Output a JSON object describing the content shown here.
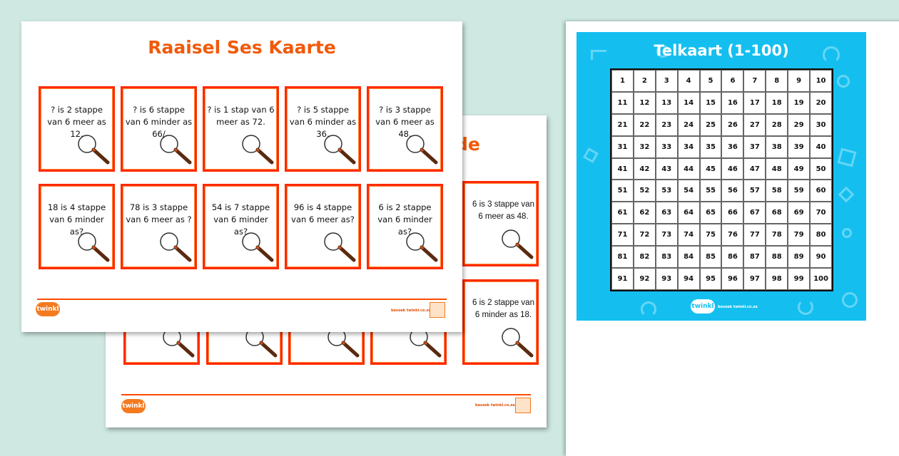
{
  "back_sheet": {
    "title_fragment": "de",
    "visible_cards": [
      "6 is 3 stappe van 6 meer as 48.",
      "6 is 2 stappe van 6 minder as 18."
    ],
    "footer_url": "besoek twinkl.co.za",
    "logo": "twinkl"
  },
  "front_sheet": {
    "title": "Raaisel Ses Kaarte",
    "cards": [
      "? is 2 stappe van 6 meer as 12.",
      "? is 6 stappe van 6 minder as 66/",
      "? is 1 stap van 6 meer as 72.",
      "? is 5 stappe van 6 minder as 36.",
      "? is 3 stappe van 6 meer as 48.",
      "18 is 4 stappe van 6 minder as?",
      "78 is 3 stappe van 6 meer as ?",
      "54 is 7 stappe van 6 minder as?",
      "96 is 4 stappe van 6 meer as?",
      "6 is 2 stappe van 6 minder as?"
    ],
    "card_icon": "magnifying-glass-icon",
    "footer_url": "besoek twinkl.co.za",
    "logo": "twinkl"
  },
  "chart_sheet": {
    "title": "Telkaart (1-100)",
    "numbers": [
      1,
      2,
      3,
      4,
      5,
      6,
      7,
      8,
      9,
      10,
      11,
      12,
      13,
      14,
      15,
      16,
      17,
      18,
      19,
      20,
      21,
      22,
      23,
      24,
      25,
      26,
      27,
      28,
      29,
      30,
      31,
      32,
      33,
      34,
      35,
      36,
      37,
      38,
      39,
      40,
      41,
      42,
      43,
      44,
      45,
      46,
      47,
      48,
      49,
      50,
      51,
      52,
      53,
      54,
      55,
      56,
      57,
      58,
      59,
      60,
      61,
      62,
      63,
      64,
      65,
      66,
      67,
      68,
      69,
      70,
      71,
      72,
      73,
      74,
      75,
      76,
      77,
      78,
      79,
      80,
      81,
      82,
      83,
      84,
      85,
      86,
      87,
      88,
      89,
      90,
      91,
      92,
      93,
      94,
      95,
      96,
      97,
      98,
      99,
      100
    ],
    "footer_url": "besoek twinkl.co.za",
    "logo": "twinkl"
  },
  "colors": {
    "background": "#cfe8e2",
    "accent_orange": "#f05a0a",
    "card_border": "#ff2a00",
    "chart_panel": "#14bff0"
  }
}
